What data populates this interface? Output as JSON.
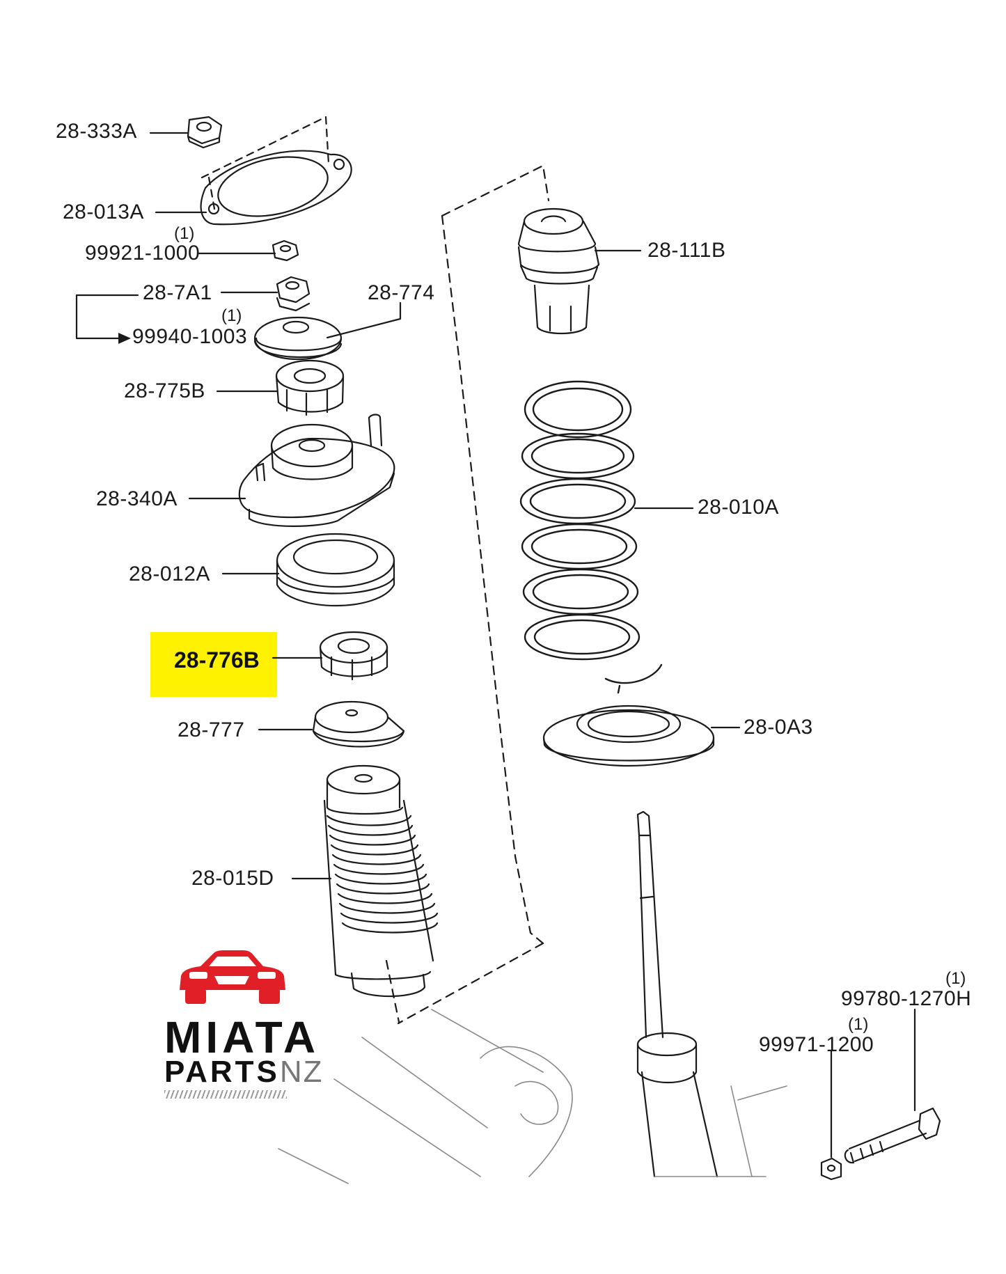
{
  "diagram": {
    "parts": {
      "p28_333A": "28-333A",
      "p28_013A": "28-013A",
      "p99921_1000": "99921-1000",
      "p28_7A1": "28-7A1",
      "p99940_1003": "99940-1003",
      "p28_774": "28-774",
      "p28_775B": "28-775B",
      "p28_340A": "28-340A",
      "p28_012A": "28-012A",
      "p28_776B": "28-776B",
      "p28_777": "28-777",
      "p28_015D": "28-015D",
      "p28_111B": "28-111B",
      "p28_010A": "28-010A",
      "p28_0A3": "28-0A3",
      "p99780_1270H": "99780-1270H",
      "p99971_1200": "99971-1200"
    },
    "quantity_note": "(1)",
    "highlighted_part": "28-776B"
  },
  "logo": {
    "line1": "MIATA",
    "line2a": "PARTS",
    "line2b": "NZ",
    "colors": {
      "car": "#e01f26",
      "text": "#111111",
      "nz": "#777777"
    },
    "icon": "car-icon"
  },
  "colors": {
    "highlight": "#fff200",
    "line": "#1a1a1a"
  }
}
